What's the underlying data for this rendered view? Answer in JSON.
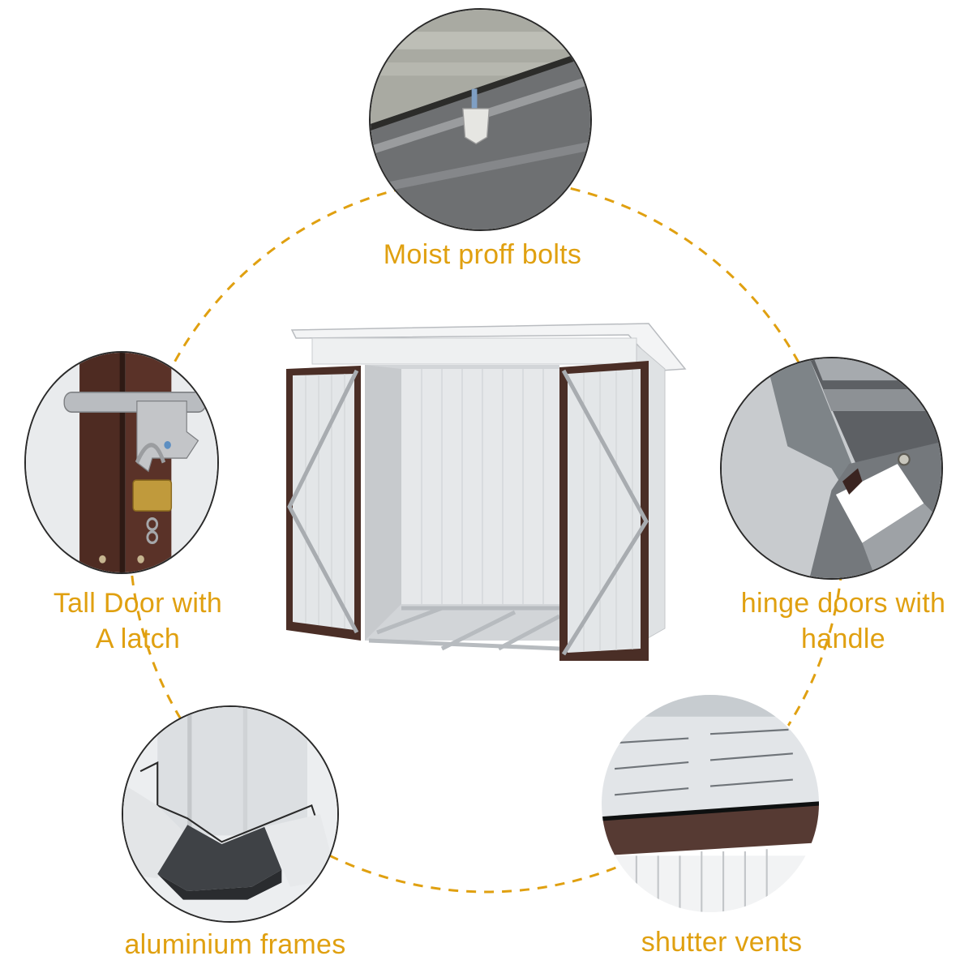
{
  "product": {
    "type": "metal garden storage shed",
    "colors": {
      "label_text": "#e0a010",
      "dashed_ring": "#e0a010",
      "door_trim": "#4a2e26",
      "panel": "#e4e6e8",
      "circle_border": "#2a2a2a"
    }
  },
  "features": [
    {
      "id": "bolts",
      "label": "Moist proff bolts",
      "icon": "bolt-closeup"
    },
    {
      "id": "latch",
      "label_line1": "Tall Door with",
      "label_line2": "A latch",
      "icon": "padlock-latch-closeup"
    },
    {
      "id": "hinge",
      "label_line1": "hinge doors with",
      "label_line2": "handle",
      "icon": "hinge-closeup"
    },
    {
      "id": "frames",
      "label": "aluminium frames",
      "icon": "frame-foot-closeup"
    },
    {
      "id": "vents",
      "label": "shutter vents",
      "icon": "vent-closeup"
    }
  ]
}
